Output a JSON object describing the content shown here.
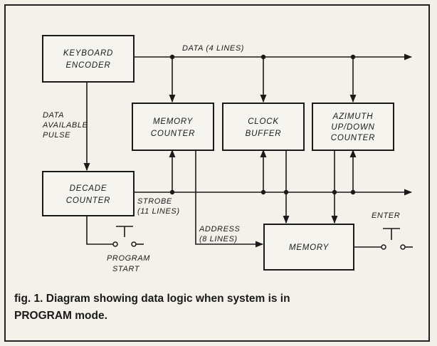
{
  "blocks": {
    "keyboard_encoder": [
      "KEYBOARD",
      "ENCODER"
    ],
    "decade_counter": [
      "DECADE",
      "COUNTER"
    ],
    "memory_counter": [
      "MEMORY",
      "COUNTER"
    ],
    "clock_buffer": [
      "CLOCK",
      "BUFFER"
    ],
    "azimuth_counter": [
      "AZIMUTH",
      "UP/DOWN",
      "COUNTER"
    ],
    "memory": [
      "MEMORY"
    ]
  },
  "labels": {
    "data_bus": "DATA (4 LINES)",
    "data_available": [
      "DATA",
      "AVAILABLE",
      "PULSE"
    ],
    "strobe": [
      "STROBE",
      "(11 LINES)"
    ],
    "address": [
      "ADDRESS",
      "(8 LINES)"
    ],
    "enter": "ENTER",
    "program_start": [
      "PROGRAM",
      "START"
    ]
  },
  "caption": {
    "line1": "fig. 1. Diagram showing data logic when system is in",
    "line2": "PROGRAM mode."
  }
}
